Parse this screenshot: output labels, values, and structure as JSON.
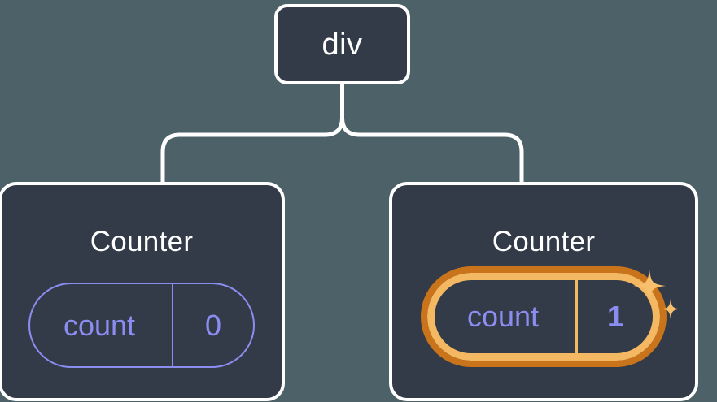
{
  "diagram": {
    "type": "component-tree",
    "background_color": "#4c6168",
    "node_fill": "#333b49",
    "node_border": "#ffffff",
    "connector_color": "#ffffff",
    "state_color": "#8b8ef0",
    "highlight_outer_color": "#c9741a",
    "highlight_inner_color": "#f5b862",
    "sparkle_color": "#f8bf6c"
  },
  "root": {
    "label": "div"
  },
  "children": [
    {
      "title": "Counter",
      "state": {
        "key": "count",
        "value": "0"
      },
      "highlighted": false
    },
    {
      "title": "Counter",
      "state": {
        "key": "count",
        "value": "1"
      },
      "highlighted": true
    }
  ]
}
